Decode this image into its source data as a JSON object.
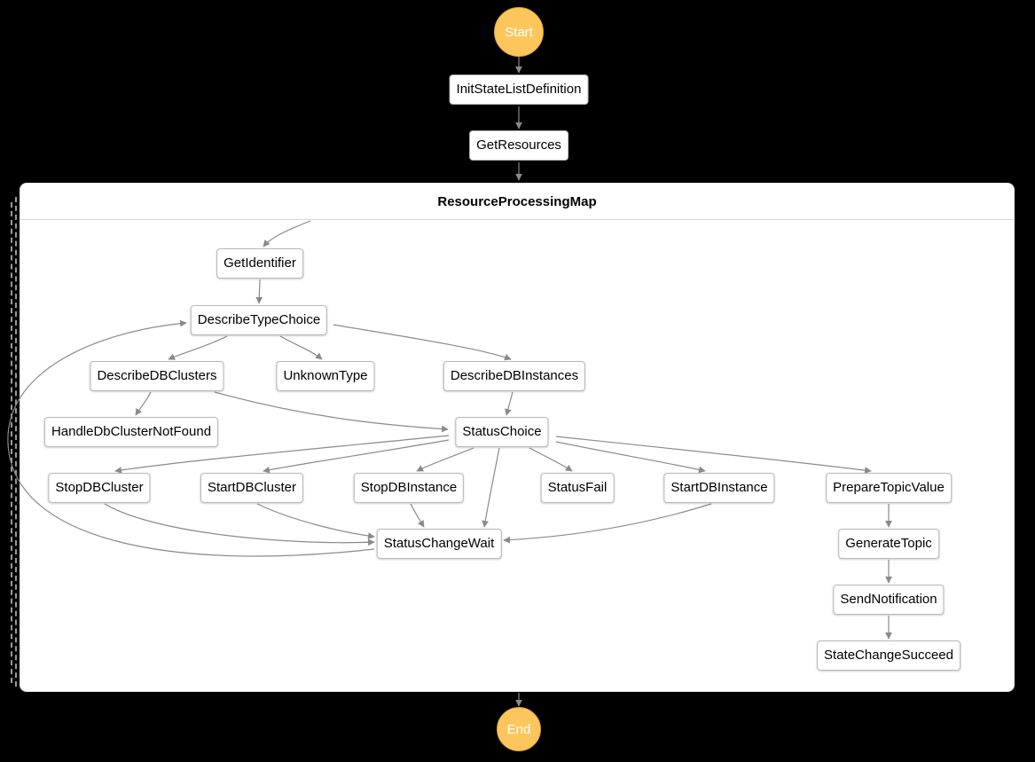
{
  "diagram": {
    "start": {
      "label": "Start"
    },
    "end": {
      "label": "End"
    },
    "map": {
      "title": "ResourceProcessingMap"
    },
    "nodes": {
      "initStateListDefinition": {
        "label": "InitStateListDefinition"
      },
      "getResources": {
        "label": "GetResources"
      },
      "getIdentifier": {
        "label": "GetIdentifier"
      },
      "describeTypeChoice": {
        "label": "DescribeTypeChoice"
      },
      "describeDBClusters": {
        "label": "DescribeDBClusters"
      },
      "unknownType": {
        "label": "UnknownType"
      },
      "describeDBInstances": {
        "label": "DescribeDBInstances"
      },
      "handleDbClusterNotFound": {
        "label": "HandleDbClusterNotFound"
      },
      "statusChoice": {
        "label": "StatusChoice"
      },
      "stopDBCluster": {
        "label": "StopDBCluster"
      },
      "startDBCluster": {
        "label": "StartDBCluster"
      },
      "stopDBInstance": {
        "label": "StopDBInstance"
      },
      "statusFail": {
        "label": "StatusFail"
      },
      "startDBInstance": {
        "label": "StartDBInstance"
      },
      "prepareTopicValue": {
        "label": "PrepareTopicValue"
      },
      "statusChangeWait": {
        "label": "StatusChangeWait"
      },
      "generateTopic": {
        "label": "GenerateTopic"
      },
      "sendNotification": {
        "label": "SendNotification"
      },
      "stateChangeSucceed": {
        "label": "StateChangeSucceed"
      }
    },
    "edges": [
      {
        "from": "Start",
        "to": "InitStateListDefinition"
      },
      {
        "from": "InitStateListDefinition",
        "to": "GetResources"
      },
      {
        "from": "GetResources",
        "to": "ResourceProcessingMap"
      },
      {
        "from": "ResourceProcessingMap",
        "to": "GetIdentifier"
      },
      {
        "from": "GetIdentifier",
        "to": "DescribeTypeChoice"
      },
      {
        "from": "DescribeTypeChoice",
        "to": "DescribeDBClusters"
      },
      {
        "from": "DescribeTypeChoice",
        "to": "UnknownType"
      },
      {
        "from": "DescribeTypeChoice",
        "to": "DescribeDBInstances"
      },
      {
        "from": "DescribeDBClusters",
        "to": "HandleDbClusterNotFound"
      },
      {
        "from": "DescribeDBClusters",
        "to": "StatusChoice"
      },
      {
        "from": "DescribeDBInstances",
        "to": "StatusChoice"
      },
      {
        "from": "StatusChoice",
        "to": "StopDBCluster"
      },
      {
        "from": "StatusChoice",
        "to": "StartDBCluster"
      },
      {
        "from": "StatusChoice",
        "to": "StopDBInstance"
      },
      {
        "from": "StatusChoice",
        "to": "StatusFail"
      },
      {
        "from": "StatusChoice",
        "to": "StartDBInstance"
      },
      {
        "from": "StatusChoice",
        "to": "PrepareTopicValue"
      },
      {
        "from": "StatusChoice",
        "to": "StatusChangeWait"
      },
      {
        "from": "StopDBCluster",
        "to": "StatusChangeWait"
      },
      {
        "from": "StartDBCluster",
        "to": "StatusChangeWait"
      },
      {
        "from": "StopDBInstance",
        "to": "StatusChangeWait"
      },
      {
        "from": "StartDBInstance",
        "to": "StatusChangeWait"
      },
      {
        "from": "StatusChangeWait",
        "to": "DescribeTypeChoice"
      },
      {
        "from": "PrepareTopicValue",
        "to": "GenerateTopic"
      },
      {
        "from": "GenerateTopic",
        "to": "SendNotification"
      },
      {
        "from": "SendNotification",
        "to": "StateChangeSucceed"
      },
      {
        "from": "ResourceProcessingMap",
        "to": "End"
      }
    ],
    "colors": {
      "background": "#000000",
      "terminal_fill": "#FCC65C",
      "terminal_text": "#FFFFFF",
      "node_fill": "#FFFFFF",
      "node_border": "#B8B8B8",
      "node_text": "#000000",
      "edge": "#8A8A8A",
      "map_fill": "#FFFFFF"
    }
  }
}
